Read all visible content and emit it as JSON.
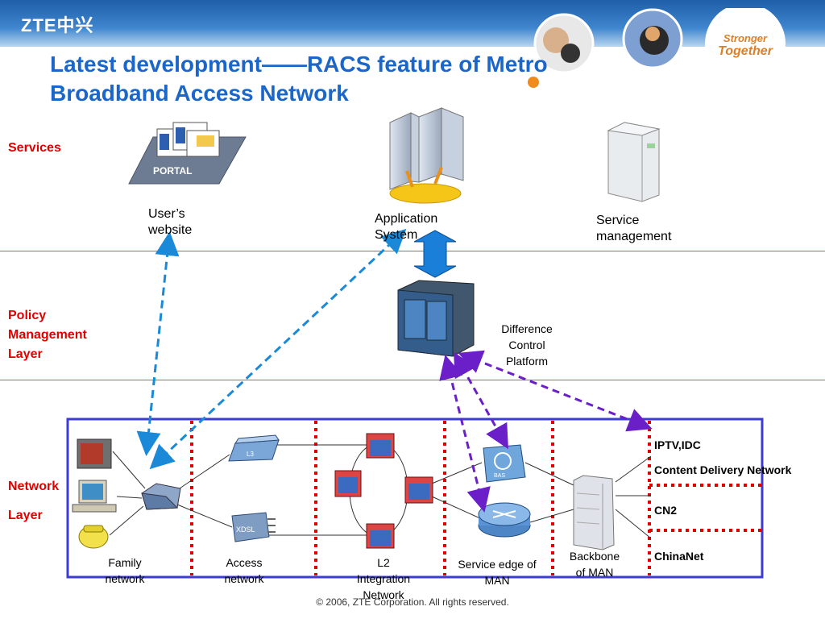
{
  "header": {
    "logo": "ZTE中兴",
    "slogan_line1": "Stronger",
    "slogan_line2": "Together"
  },
  "title": {
    "line1": "Latest development——RACS feature of Metro",
    "line2": "Broadband Access Network"
  },
  "layers": {
    "services": "Services",
    "policy_line1": "Policy",
    "policy_line2": "Management",
    "policy_line3": "Layer",
    "network_line1": "Network",
    "network_line2": "Layer"
  },
  "services": {
    "portal_label": "PORTAL",
    "users_website_line1": "User’s",
    "users_website_line2": "website",
    "application_line1": "Application",
    "application_line2": "System",
    "service_mgmt_line1": "Service",
    "service_mgmt_line2": "management"
  },
  "policy": {
    "dcp_line1": "Difference",
    "dcp_line2": "Control",
    "dcp_line3": "Platform"
  },
  "network": {
    "family_line1": "Family",
    "family_line2": "network",
    "access_line1": "Access",
    "access_line2": "network",
    "l2_line1": "L2",
    "l2_line2": "Integration",
    "l2_line3": "Network",
    "edge_line1": "Service edge of",
    "edge_line2": "MAN",
    "backbone_line1": "Backbone",
    "backbone_line2": "of MAN",
    "l3_device": "L3",
    "xdsl_device": "XDSL",
    "bas_device": "BAS"
  },
  "external_networks": {
    "iptv": "IPTV,IDC",
    "cdn": "Content Delivery Network",
    "cn2": "CN2",
    "chinanet": "ChinaNet"
  },
  "footer": "© 2006, ZTE  Corporation. All  rights  reserved.",
  "colors": {
    "title_blue": "#1a66c9",
    "layer_red": "#e10000",
    "box_blue": "#3b3bd6",
    "dashed_blue": "#1a8ad8",
    "dashed_purple": "#6a1fc9"
  }
}
